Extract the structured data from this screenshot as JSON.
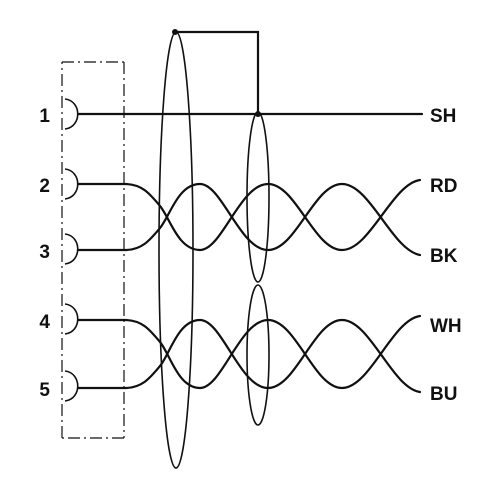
{
  "pins": [
    {
      "label": "1"
    },
    {
      "label": "2"
    },
    {
      "label": "3"
    },
    {
      "label": "4"
    },
    {
      "label": "5"
    }
  ],
  "wires": [
    {
      "label": "SH"
    },
    {
      "label": "RD"
    },
    {
      "label": "BK"
    },
    {
      "label": "WH"
    },
    {
      "label": "BU"
    }
  ],
  "colors": {
    "line": "#111111",
    "background": "#ffffff"
  }
}
